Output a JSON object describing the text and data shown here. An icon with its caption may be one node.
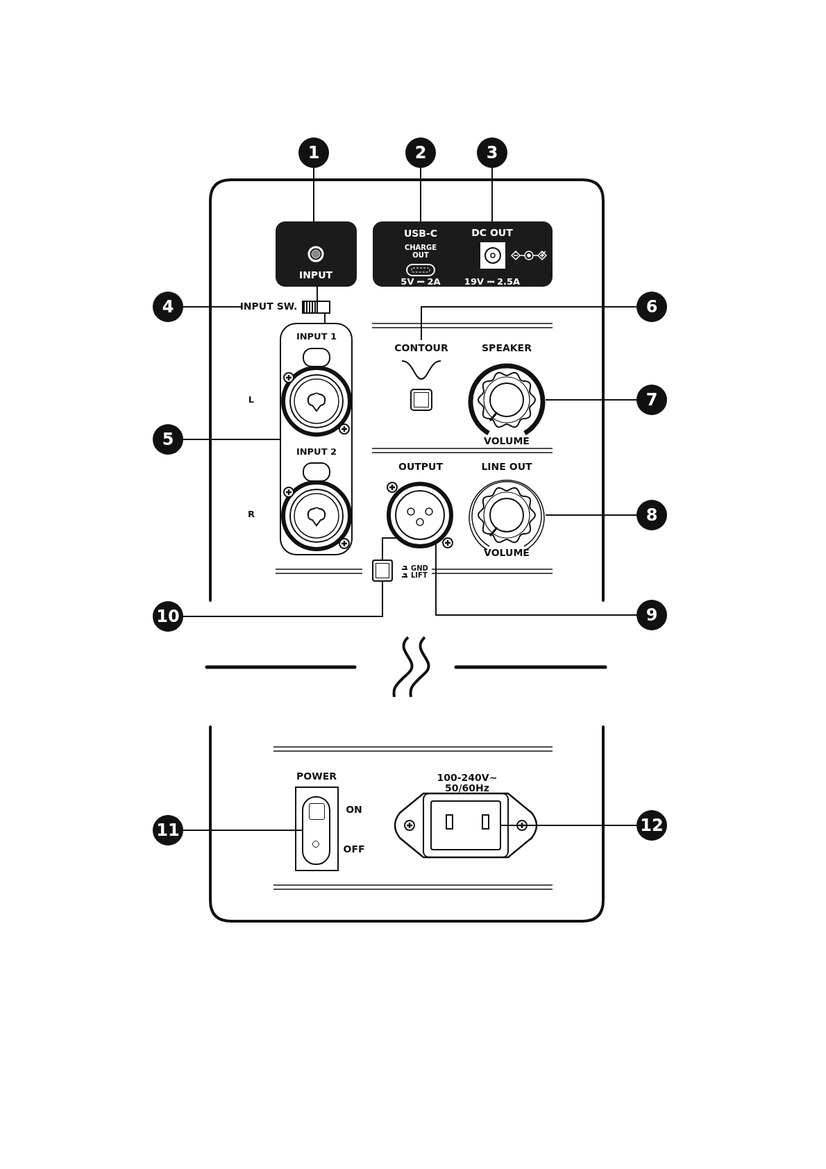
{
  "diagram": {
    "nodes": [
      {
        "text": [
          "1"
        ]
      },
      {
        "text": [
          "2"
        ]
      },
      {
        "text": [
          "3"
        ]
      },
      {
        "text": [
          "INPUT"
        ]
      },
      {
        "text": [],
        "shape": "box"
      },
      {
        "text": [
          "USB-C",
          "CHARGE OUT",
          "5V ⎓ 2A"
        ],
        "in": 4
      },
      {
        "text": [
          "DC OUT",
          "19V ⎓ 2.5A"
        ],
        "in": 4
      },
      {
        "text": [
          "4"
        ]
      },
      {
        "text": [
          "INPUT SW."
        ]
      },
      {
        "text": [],
        "shape": "box"
      },
      {
        "text": [
          "6"
        ]
      },
      {
        "text": [
          "INPUT 1",
          "INPUT 2"
        ]
      },
      {
        "text": [
          "CONTOUR"
        ]
      },
      {
        "text": [],
        "shape": "circle"
      },
      {
        "text": [
          "7"
        ]
      },
      {
        "text": [
          "5"
        ]
      },
      {
        "text": [],
        "shape": "circle"
      },
      {
        "text": [],
        "shape": "circle"
      },
      {
        "text": [
          "8"
        ]
      },
      {
        "text": [],
        "shape": "box"
      },
      {
        "text": [
          "10"
        ]
      },
      {
        "text": [
          "9"
        ]
      },
      {
        "text": [
          "11"
        ]
      },
      {
        "text": [],
        "shape": "box"
      },
      {
        "text": [],
        "shape": "box"
      },
      {
        "text": [
          "12"
        ]
      }
    ],
    "edges": [
      {
        "from": 0,
        "to": 3,
        "arrow": "none"
      },
      {
        "from": 1,
        "to": 5,
        "arrow": "none"
      },
      {
        "from": 2,
        "to": 6,
        "arrow": "none"
      },
      {
        "from": 7,
        "to": 8,
        "arrow": "none"
      },
      {
        "from": 3,
        "to": 9,
        "arrow": "none"
      },
      {
        "from": 9,
        "to": 11,
        "arrow": "none"
      },
      {
        "from": 10,
        "to": 12,
        "arrow": "none"
      },
      {
        "from": 15,
        "to": 11,
        "arrow": "none"
      },
      {
        "from": 14,
        "to": 13,
        "arrow": "none"
      },
      {
        "from": 18,
        "to": 17,
        "arrow": "none"
      },
      {
        "from": 16,
        "to": 19,
        "arrow": "none"
      },
      {
        "from": 20,
        "to": 19,
        "arrow": "none"
      },
      {
        "from": 21,
        "to": 16,
        "arrow": "none"
      },
      {
        "from": 22,
        "to": 23,
        "arrow": "none"
      },
      {
        "from": 25,
        "to": 24,
        "arrow": "none"
      }
    ],
    "labels": [
      "SPEAKER",
      "L",
      "VOLUME",
      "OUTPUT",
      "LINE OUT",
      "R",
      "VOLUME",
      "GND",
      "LIFT",
      "POWER",
      "100-240V~ 50/60Hz",
      "ON",
      "OFF"
    ]
  }
}
